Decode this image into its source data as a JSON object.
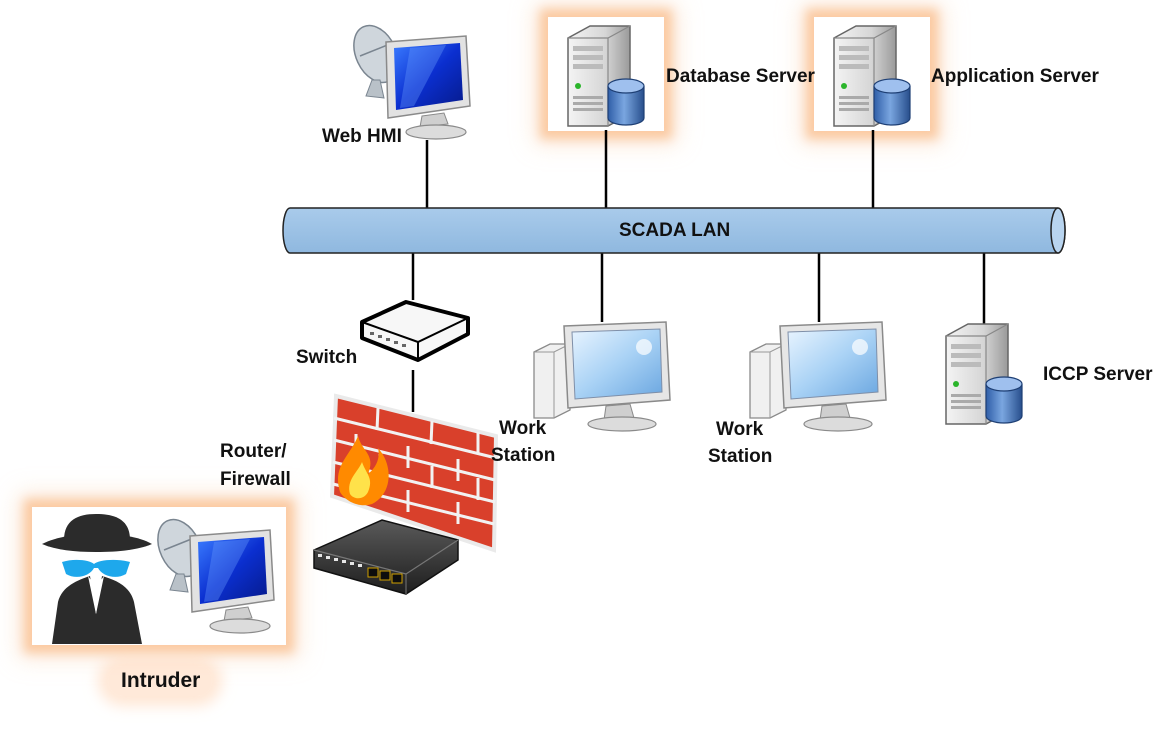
{
  "network": {
    "lan_label": "SCADA LAN",
    "lan_color": "#9DC3E6"
  },
  "nodes": {
    "web_hmi": "Web HMI",
    "database_server": "Database Server",
    "application_server": "Application Server",
    "switch": "Switch",
    "router_firewall_line1": "Router/",
    "router_firewall_line2": "Firewall",
    "workstation_1_line1": "Work",
    "workstation_1_line2": "Station",
    "workstation_2_line1": "Work",
    "workstation_2_line2": "Station",
    "iccp_server": "ICCP Server",
    "intruder": "Intruder"
  },
  "colors": {
    "highlight_glow": "#FAB98A",
    "connector": "#000000"
  },
  "icons": [
    "monitor-icon",
    "satellite-dish-icon",
    "server-tower-icon",
    "database-cylinder-icon",
    "network-switch-icon",
    "firewall-icon",
    "workstation-icon",
    "spy-icon",
    "router-icon"
  ]
}
